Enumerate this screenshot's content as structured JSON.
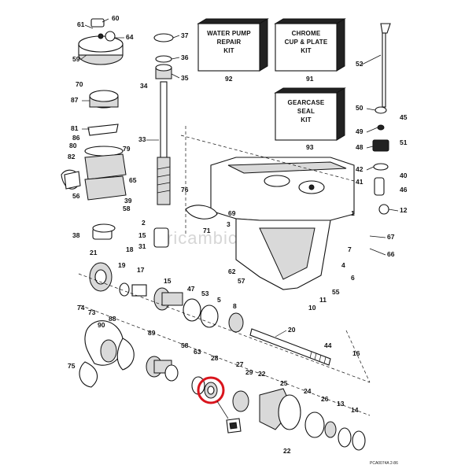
{
  "kits": [
    {
      "id": "water-pump",
      "line1": "WATER PUMP",
      "line2": "REPAIR",
      "line3": "KIT",
      "number": "92"
    },
    {
      "id": "chrome",
      "line1": "CHROME",
      "line2": "CUP & PLATE",
      "line3": "KIT",
      "number": "91"
    },
    {
      "id": "gearcase",
      "line1": "GEARCASE",
      "line2": "SEAL",
      "line3": "KIT",
      "number": "93"
    }
  ],
  "watermark": "ricambicapasie.it",
  "drawing_code": "PCA0074A  2-86",
  "highlight": {
    "part": "28",
    "color": "#d9141c"
  },
  "callouts": [
    "60",
    "61",
    "64",
    "59",
    "37",
    "36",
    "34",
    "35",
    "70",
    "87",
    "81",
    "86",
    "80",
    "82",
    "79",
    "65",
    "33",
    "56",
    "39",
    "58",
    "38",
    "76",
    "2",
    "15",
    "31",
    "21",
    "19",
    "17",
    "18",
    "15",
    "47",
    "53",
    "5",
    "8",
    "74",
    "73",
    "90",
    "88",
    "75",
    "89",
    "58",
    "63",
    "28",
    "27",
    "29",
    "22",
    "25",
    "24",
    "26",
    "13",
    "14",
    "22",
    "20",
    "44",
    "16",
    "52",
    "50",
    "49",
    "45",
    "48",
    "51",
    "42",
    "41",
    "40",
    "46",
    "12",
    "69",
    "1",
    "3",
    "71",
    "67",
    "66",
    "62",
    "57",
    "4",
    "6",
    "55",
    "11",
    "10",
    "7",
    "92",
    "91",
    "93"
  ]
}
